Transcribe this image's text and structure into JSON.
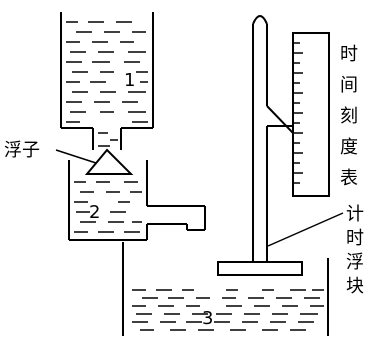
{
  "labels": {
    "vessel_1": "1",
    "vessel_2": "2",
    "vessel_3": "3",
    "float": "浮子",
    "time_scale": [
      "时",
      "间",
      "刻",
      "度",
      "表"
    ],
    "timing_float": [
      "计",
      "时",
      "浮",
      "块"
    ]
  }
}
